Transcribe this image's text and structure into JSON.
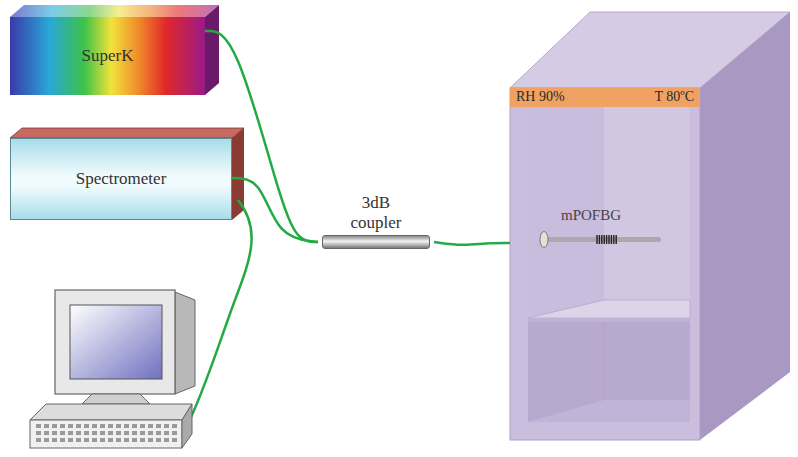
{
  "diagram": {
    "nodes": [
      {
        "text": [
          "SuperK"
        ]
      },
      {
        "text": [
          "Spectrometer"
        ]
      },
      {
        "text": [
          "3dB coupler"
        ]
      },
      {
        "text": [
          "RH 90%",
          "T 80ºC"
        ]
      },
      {
        "text": [
          "mPOFBG"
        ],
        "in": 3
      }
    ],
    "edges": [
      {
        "from": 0,
        "to": 2,
        "arrow": "none"
      },
      {
        "from": 1,
        "to": 2,
        "arrow": "none"
      },
      {
        "from": 2,
        "to": 3,
        "arrow": "none"
      }
    ]
  }
}
